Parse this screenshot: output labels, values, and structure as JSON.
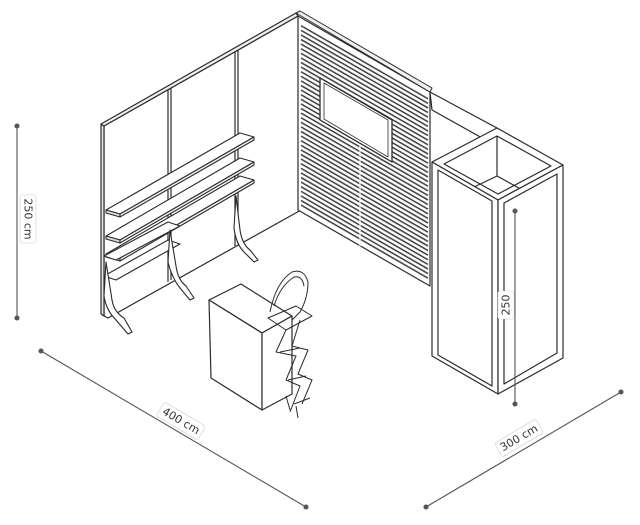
{
  "dimensions": {
    "height_label": "250 cm",
    "width_label": "400 cm",
    "depth_label": "300 cm",
    "cabinet_height_label": "250"
  },
  "colors": {
    "line": "#2b2b2b",
    "slat": "#4a4a4a",
    "dimension_line": "#555555",
    "label_bg": "#ffffff"
  }
}
